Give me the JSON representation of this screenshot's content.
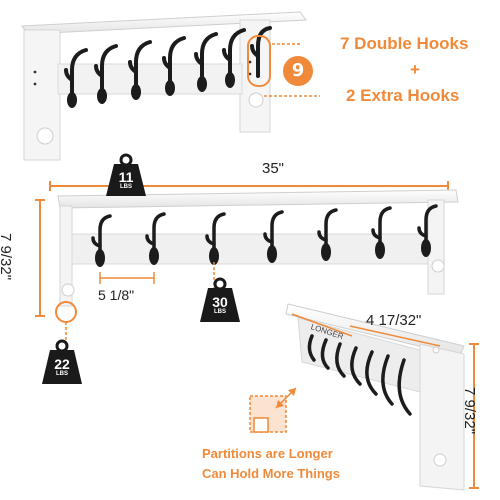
{
  "callouts": {
    "badge_number": "9",
    "double_hooks": "7 Double Hooks",
    "plus": "+",
    "extra_hooks": "2 Extra Hooks",
    "partitions_line1": "Partitions are Longer",
    "partitions_line2": "Can Hold More Things"
  },
  "dimensions": {
    "width": "35\"",
    "height_left": "7 9/32\"",
    "hook_spacing": "5 1/8\"",
    "depth": "4 17/32\"",
    "height_right": "7 9/32\"",
    "longer_label": "LONGER"
  },
  "weights": [
    {
      "value": "11",
      "unit": "LBS"
    },
    {
      "value": "30",
      "unit": "LBS"
    },
    {
      "value": "22",
      "unit": "LBS"
    }
  ],
  "colors": {
    "accent": "#f08a3a",
    "hook": "#1c1c1c",
    "shelf": "#f4f4f4",
    "weight": "#1a1a1a"
  }
}
